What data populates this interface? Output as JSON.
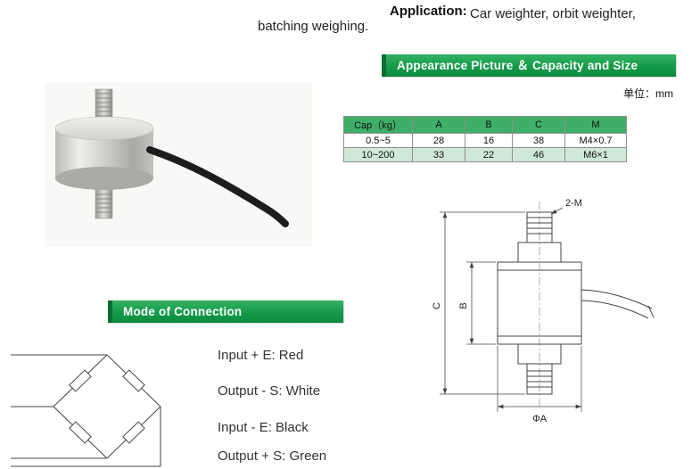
{
  "application": {
    "label": "Application:",
    "line1": "Car weighter, orbit weighter,",
    "line2": "batching weighing."
  },
  "banners": {
    "appearance": "Appearance Picture ＆ Capacity and Size",
    "connection": "Mode of Connection"
  },
  "unit_note": "单位：mm",
  "spec_table": {
    "headers": [
      "Cap（kg）",
      "A",
      "B",
      "C",
      "M"
    ],
    "rows": [
      [
        "0.5~5",
        "28",
        "16",
        "38",
        "M4×0.7"
      ],
      [
        "10~200",
        "33",
        "22",
        "46",
        "M6×1"
      ]
    ]
  },
  "drawing": {
    "thread_label": "2-M",
    "dim_c": "C",
    "dim_b": "B",
    "dim_a": "ΦA"
  },
  "wiring": {
    "line1": "Input + E: Red",
    "line2": "Output - S: White",
    "line3": "Input - E: Black",
    "line4": "Output + S: Green"
  },
  "colors": {
    "banner_green": "#149a4a",
    "table_header_green": "#3fae68",
    "table_row_alt": "#cfe9d6"
  }
}
